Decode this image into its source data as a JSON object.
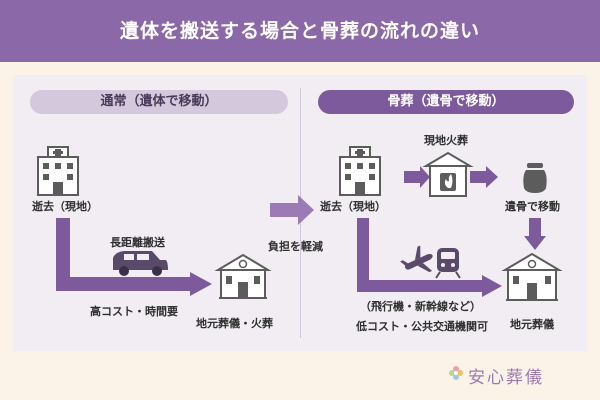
{
  "title": "遺体を搬送する場合と骨葬の流れの違い",
  "left": {
    "header": "通常（遺体で移動）",
    "origin": "逝去（現地）",
    "transport": "長距離搬送",
    "cost": "高コスト・時間要",
    "destination": "地元葬儀・火葬"
  },
  "middle": {
    "label": "負担を軽減"
  },
  "right": {
    "header": "骨葬（遺骨で移動）",
    "origin": "逝去（現地）",
    "cremation": "現地火葬",
    "move": "遺骨で移動",
    "means": "（飛行機・新幹線など）",
    "cost": "低コスト・公共交通機関可",
    "destination": "地元葬儀"
  },
  "brand": {
    "name": "安心葬儀"
  },
  "colors": {
    "accent": "#8b68a8",
    "arrow": "#7d5a9b",
    "panel": "#f1edf3",
    "background": "#fbf3e8"
  }
}
